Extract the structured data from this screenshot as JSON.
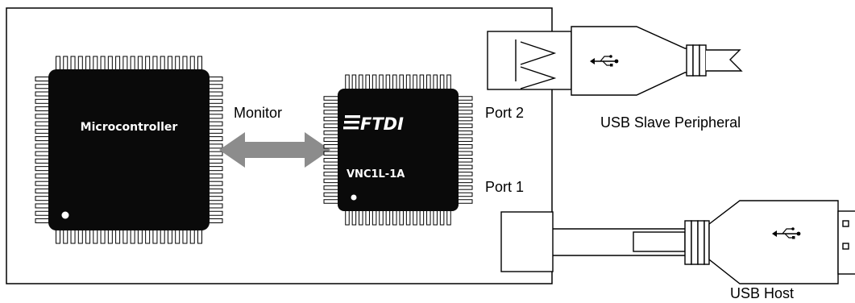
{
  "board": {
    "microcontroller_label": "Microcontroller",
    "monitor_label": "Monitor",
    "vnc_brand": "FTDI",
    "vnc_part": "VNC1L-1A",
    "port2_label": "Port 2",
    "port1_label": "Port 1"
  },
  "devices": {
    "slave_label": "USB Slave Peripheral",
    "host_label": "USB Host"
  },
  "colors": {
    "chip_body": "#0a0a0a",
    "arrow": "#8c8c8c",
    "line": "#000000"
  },
  "icons": [
    "usb-trident-icon"
  ]
}
